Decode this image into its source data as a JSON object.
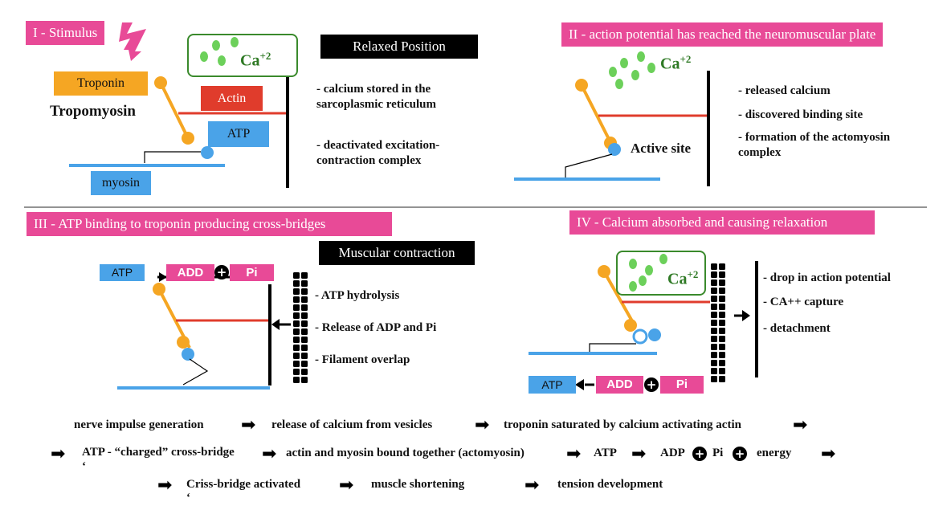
{
  "panel1": {
    "tag": "I - Stimulus",
    "title": "Relaxed Position",
    "troponin": "Troponin",
    "tropomyosin": "Tropomyosin",
    "actin": "Actin",
    "atp": "ATP",
    "myosin": "myosin",
    "ca": "Ca",
    "ca_sup": "+2",
    "bullets": [
      "- calcium stored in the",
      "sarcoplasmic reticulum",
      "- deactivated excitation-",
      "contraction complex"
    ]
  },
  "panel2": {
    "tag": "II - action potential has reached the neuromuscular plate",
    "ca": "Ca",
    "ca_sup": "+2",
    "active_site": "Active site",
    "bullets": [
      "- released calcium",
      "- discovered binding site",
      "- formation of the actomyosin",
      "complex"
    ]
  },
  "panel3": {
    "tag": "III - ATP binding to troponin producing cross-bridges",
    "title": "Muscular contraction",
    "atp": "ATP",
    "add": "ADD",
    "pi": "Pi",
    "bullets": [
      "- ATP hydrolysis",
      "- Release of ADP and Pi",
      "-   Filament overlap"
    ]
  },
  "panel4": {
    "tag": "IV - Calcium absorbed and causing relaxation",
    "ca": "Ca",
    "ca_sup": "+2",
    "atp": "ATP",
    "add": "ADD",
    "pi": "Pi",
    "bullets": [
      "- drop in action potential",
      "- CA++ capture",
      "- detachment"
    ]
  },
  "flow": {
    "row1": [
      "nerve impulse generation",
      "release of calcium from vesicles",
      "troponin saturated by calcium activating actin"
    ],
    "row2": [
      "ATP - “charged” cross-bridge",
      "actin and myosin bound together (actomyosin)",
      "ATP",
      "ADP",
      "Pi",
      "energy"
    ],
    "row2_mark": "‘",
    "row3": [
      "Criss-bridge activated",
      "muscle shortening",
      "tension development"
    ],
    "row3_mark": "‘"
  },
  "colors": {
    "pink": "#e84a97",
    "orange": "#f5a623",
    "red": "#e03c2c",
    "blue": "#4aa3e8",
    "green": "#3a8a2c",
    "black": "#000000"
  }
}
